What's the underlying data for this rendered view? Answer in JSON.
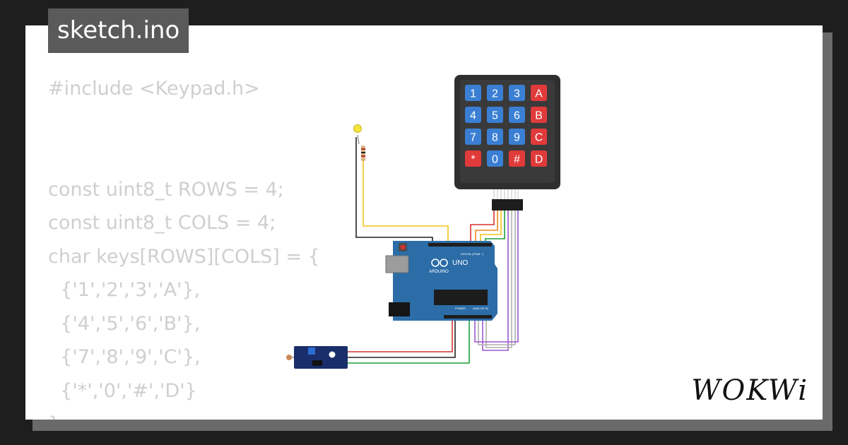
{
  "title": "sketch.ino",
  "code_lines": [
    "#include <Keypad.h>",
    "",
    "",
    "const uint8_t ROWS = 4;",
    "const uint8_t COLS = 4;",
    "char keys[ROWS][COLS] = {",
    "  {'1','2','3','A'},",
    "  {'4','5','6','B'},",
    "  {'7','8','9','C'},",
    "  {'*','0','#','D'}",
    "};"
  ],
  "keypad": {
    "keys": [
      [
        "1",
        "2",
        "3",
        "A"
      ],
      [
        "4",
        "5",
        "6",
        "B"
      ],
      [
        "7",
        "8",
        "9",
        "C"
      ],
      [
        "*",
        "0",
        "#",
        "D"
      ]
    ],
    "digit_color": "#3b7fd4",
    "letter_color": "#e03a3a",
    "body_color": "#2f2f2f"
  },
  "arduino": {
    "board_name": "UNO",
    "brand": "ARDUINO",
    "header_digital": "DIGITAL (PWM ~)",
    "header_power": "POWER",
    "header_analog": "ANALOG IN",
    "board_color": "#2c6da8"
  },
  "logo": "WOKWi",
  "colors": {
    "background": "#1e1e1e",
    "card": "#ffffff",
    "title_tab": "#5a5a5a",
    "code_text": "#cfcfcf",
    "wire_red": "#d8322f",
    "wire_green": "#1f9e3a",
    "wire_yellow": "#f0c419",
    "wire_orange": "#ef8a1c",
    "wire_purple": "#9b59d0",
    "wire_gray": "#b0b0b0",
    "wire_black": "#222222"
  }
}
